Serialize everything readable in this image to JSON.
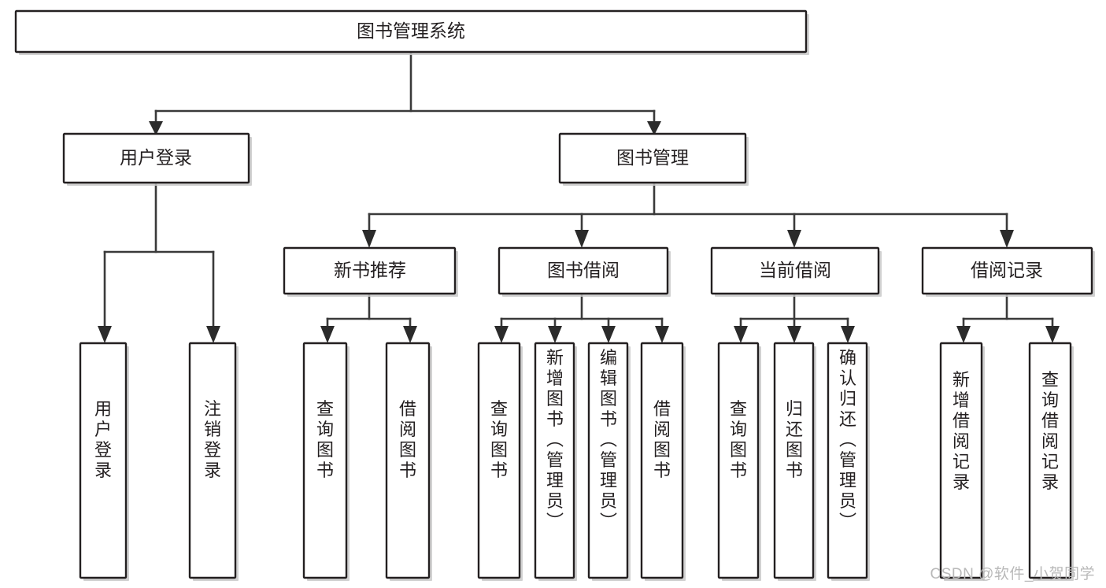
{
  "diagram": {
    "type": "tree",
    "title": "图书管理系统",
    "watermark": "CSDN @软件_小贺同学",
    "colors": {
      "box_stroke": "#231f20",
      "connector": "#3a3a3a",
      "text": "#231f20",
      "background": "#ffffff",
      "watermark": "#b9b9b9"
    },
    "nodes": {
      "root": {
        "label": "图书管理系统"
      },
      "level1": [
        {
          "label": "用户登录"
        },
        {
          "label": "图书管理"
        }
      ],
      "level2": [
        {
          "label": "新书推荐"
        },
        {
          "label": "图书借阅"
        },
        {
          "label": "当前借阅"
        },
        {
          "label": "借阅记录"
        }
      ],
      "leaves_user_login": [
        {
          "label": "用户登录"
        },
        {
          "label": "注销登录"
        }
      ],
      "leaves_new_book": [
        {
          "label": "查询图书"
        },
        {
          "label": "借阅图书"
        }
      ],
      "leaves_borrow": [
        {
          "label": "查询图书"
        },
        {
          "label": "新增图书（管理员）"
        },
        {
          "label": "编辑图书（管理员）"
        },
        {
          "label": "借阅图书"
        }
      ],
      "leaves_current": [
        {
          "label": "查询图书"
        },
        {
          "label": "归还图书"
        },
        {
          "label": "确认归还（管理员）"
        }
      ],
      "leaves_records": [
        {
          "label": "新增借阅记录"
        },
        {
          "label": "查询借阅记录"
        }
      ]
    },
    "edges": [
      {
        "from": "图书管理系统",
        "to": "用户登录"
      },
      {
        "from": "图书管理系统",
        "to": "图书管理"
      },
      {
        "from": "用户登录",
        "to": "用户登录"
      },
      {
        "from": "用户登录",
        "to": "注销登录"
      },
      {
        "from": "图书管理",
        "to": "新书推荐"
      },
      {
        "from": "图书管理",
        "to": "图书借阅"
      },
      {
        "from": "图书管理",
        "to": "当前借阅"
      },
      {
        "from": "图书管理",
        "to": "借阅记录"
      },
      {
        "from": "新书推荐",
        "to": "查询图书"
      },
      {
        "from": "新书推荐",
        "to": "借阅图书"
      },
      {
        "from": "图书借阅",
        "to": "查询图书"
      },
      {
        "from": "图书借阅",
        "to": "新增图书（管理员）"
      },
      {
        "from": "图书借阅",
        "to": "编辑图书（管理员）"
      },
      {
        "from": "图书借阅",
        "to": "借阅图书"
      },
      {
        "from": "当前借阅",
        "to": "查询图书"
      },
      {
        "from": "当前借阅",
        "to": "归还图书"
      },
      {
        "from": "当前借阅",
        "to": "确认归还（管理员）"
      },
      {
        "from": "借阅记录",
        "to": "新增借阅记录"
      },
      {
        "from": "借阅记录",
        "to": "查询借阅记录"
      }
    ]
  }
}
